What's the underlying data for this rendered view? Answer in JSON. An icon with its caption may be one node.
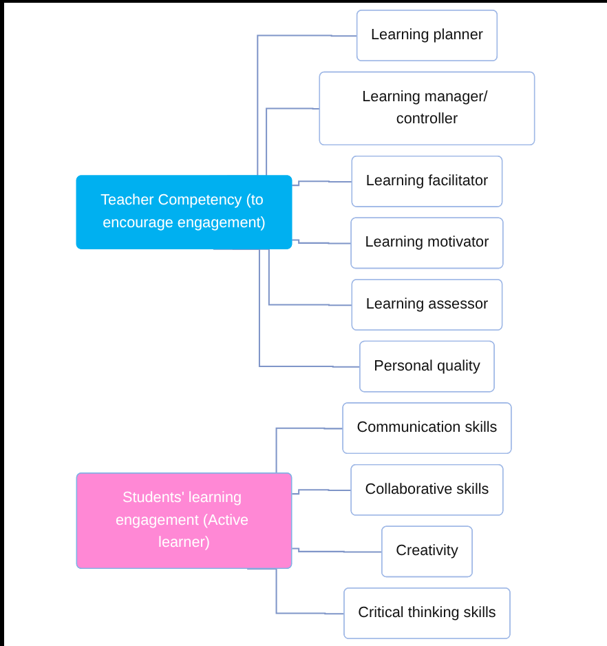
{
  "diagram": {
    "nodes": [
      {
        "text": [
          "Teacher Competency (to encourage engagement)"
        ]
      },
      {
        "text": [
          "Learning planner"
        ]
      },
      {
        "text": [
          "Learning manager/ controller"
        ]
      },
      {
        "text": [
          "Learning facilitator"
        ]
      },
      {
        "text": [
          "Learning motivator"
        ]
      },
      {
        "text": [
          "Learning assessor"
        ]
      },
      {
        "text": [
          "Personal quality"
        ]
      },
      {
        "text": [
          "Students' learning engagement (Active learner)"
        ]
      },
      {
        "text": [
          "Communication skills"
        ]
      },
      {
        "text": [
          "Collaborative skills"
        ]
      },
      {
        "text": [
          "Creativity"
        ]
      },
      {
        "text": [
          "Critical thinking skills"
        ]
      }
    ],
    "edges": [
      {
        "from": 0,
        "to": 1,
        "arrow": "none"
      },
      {
        "from": 0,
        "to": 2,
        "arrow": "none"
      },
      {
        "from": 0,
        "to": 3,
        "arrow": "none"
      },
      {
        "from": 0,
        "to": 4,
        "arrow": "none"
      },
      {
        "from": 0,
        "to": 5,
        "arrow": "none"
      },
      {
        "from": 0,
        "to": 6,
        "arrow": "none"
      },
      {
        "from": 7,
        "to": 8,
        "arrow": "none"
      },
      {
        "from": 7,
        "to": 9,
        "arrow": "none"
      },
      {
        "from": 7,
        "to": 10,
        "arrow": "none"
      },
      {
        "from": 7,
        "to": 11,
        "arrow": "none"
      }
    ]
  }
}
